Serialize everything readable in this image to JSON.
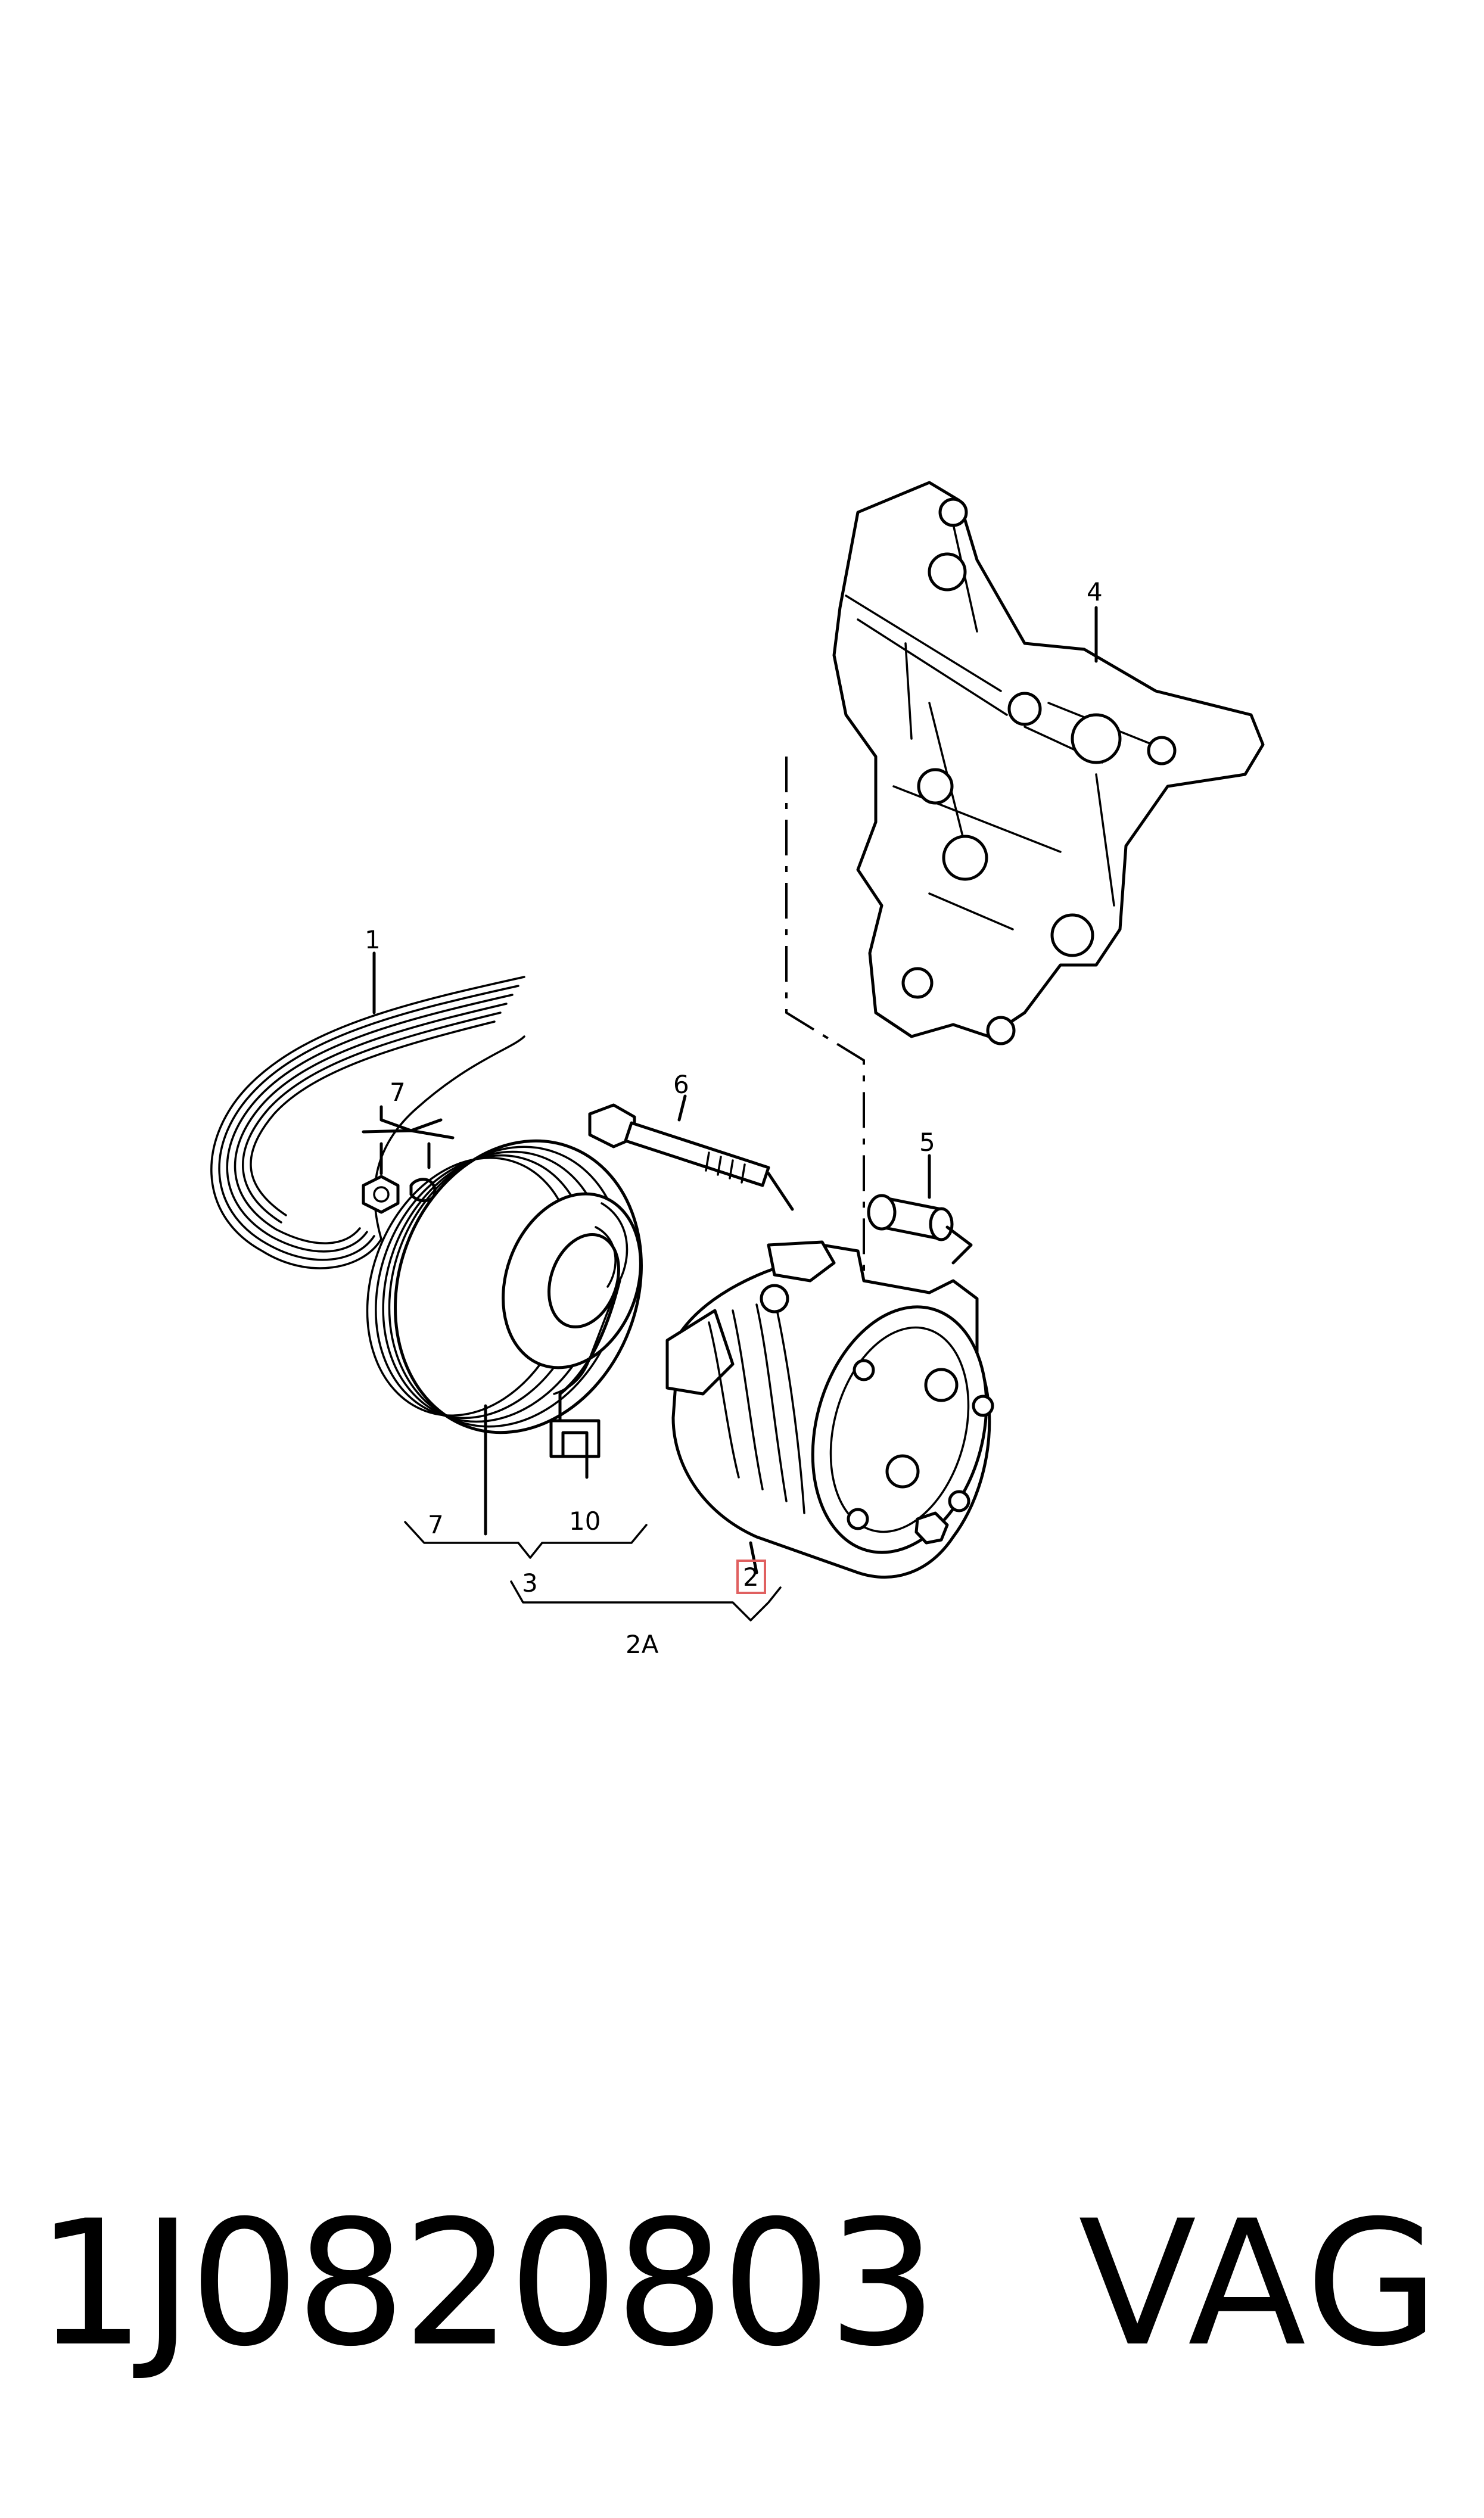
{
  "callouts": {
    "c1": "1",
    "c2": "2",
    "c2a": "2A",
    "c3": "3",
    "c4": "4",
    "c5": "5",
    "c6": "6",
    "c7_top": "7",
    "c7_bottom": "7",
    "c10": "10"
  },
  "highlight_color": "#e06060",
  "footer": {
    "part_number": "1J0820803",
    "brand": "VAG"
  }
}
